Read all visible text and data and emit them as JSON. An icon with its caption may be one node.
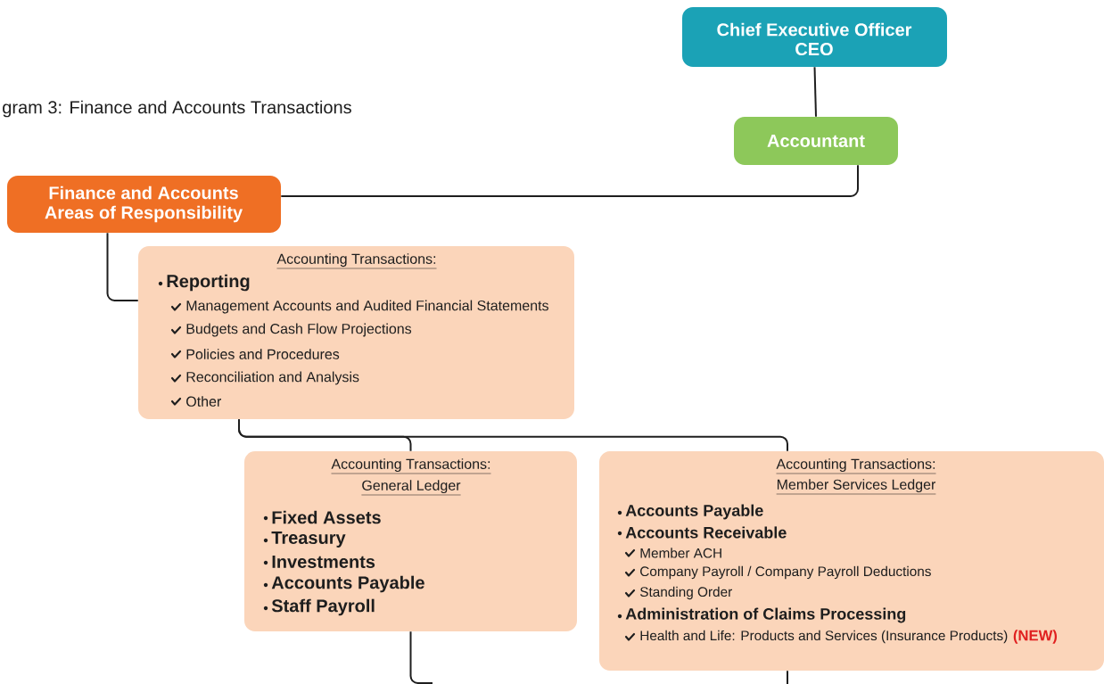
{
  "diagram": {
    "title": "gram 3: Finance and Accounts Transactions",
    "nodes": [
      {
        "text": [
          "Chief Executive Officer",
          "CEO"
        ]
      },
      {
        "text": [
          "Accountant"
        ]
      },
      {
        "text": [
          "Finance and Accounts",
          "Areas of Responsibility"
        ]
      },
      {
        "text": [
          "Accounting Transactions:",
          "Reporting",
          "Management Accounts and Audited Financial Statements",
          "Budgets and Cash Flow Projections",
          "Policies and Procedures",
          "Reconciliation and Analysis",
          "Other"
        ]
      },
      {
        "text": [
          "Accounting Transactions:",
          "General Ledger",
          "Fixed Assets",
          "Treasury",
          "Investments",
          "Accounts Payable",
          "Staff Payroll"
        ]
      },
      {
        "text": [
          "Accounting Transactions:",
          "Member Services Ledger",
          "Accounts Payable",
          "Accounts Receivable",
          "Member ACH",
          "Company Payroll / Company Payroll Deductions",
          "Standing Order",
          "Administration of Claims Processing",
          "Health and Life: Products and Services (Insurance Products)",
          "(NEW)"
        ]
      }
    ],
    "edges": [
      {
        "from": 0,
        "to": 1,
        "arrow": "none"
      },
      {
        "from": 1,
        "to": 2,
        "arrow": "none"
      },
      {
        "from": 2,
        "to": 3,
        "arrow": "none"
      },
      {
        "from": 3,
        "to": 4,
        "arrow": "none"
      },
      {
        "from": 3,
        "to": 5,
        "arrow": "none"
      },
      {
        "from": 4,
        "to": null,
        "arrow": "none"
      },
      {
        "from": 5,
        "to": null,
        "arrow": "none"
      }
    ]
  }
}
